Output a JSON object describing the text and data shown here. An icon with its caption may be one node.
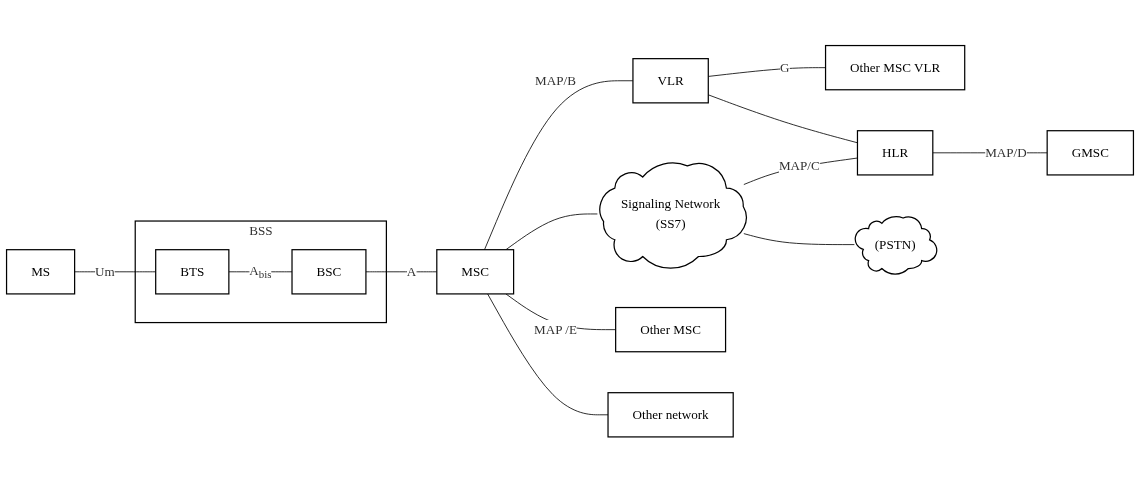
{
  "diagram": {
    "nodes": [
      {
        "text": [
          "MS"
        ]
      },
      {
        "text": [
          "BSS"
        ]
      },
      {
        "text": [
          "BTS"
        ],
        "in": 1
      },
      {
        "text": [
          "BSC"
        ],
        "in": 1
      },
      {
        "text": [
          "MSC"
        ]
      },
      {
        "text": [
          "VLR"
        ]
      },
      {
        "text": [
          "Other MSC VLR"
        ]
      },
      {
        "text": [
          "Signaling Network",
          "(SS7)"
        ]
      },
      {
        "text": [
          "HLR"
        ]
      },
      {
        "text": [
          "GMSC"
        ]
      },
      {
        "text": [
          "Other MSC"
        ]
      },
      {
        "text": [
          "Other network"
        ]
      },
      {
        "text": [
          "(PSTN)"
        ]
      }
    ],
    "edges": [
      {
        "from": 0,
        "to": 2,
        "arrow": "none",
        "label": "Um"
      },
      {
        "from": 2,
        "to": 3,
        "arrow": "none",
        "label": "A$_{bis}$"
      },
      {
        "from": 3,
        "to": 4,
        "arrow": "none",
        "label": "A"
      },
      {
        "from": 4,
        "to": 5,
        "arrow": "none",
        "label": "MAP/B"
      },
      {
        "from": 5,
        "to": 6,
        "arrow": "none",
        "label": "G"
      },
      {
        "from": 5,
        "to": 8,
        "arrow": "none"
      },
      {
        "from": 4,
        "to": 7,
        "arrow": "none"
      },
      {
        "from": 7,
        "to": 8,
        "arrow": "none",
        "label": "MAP/C"
      },
      {
        "from": 8,
        "to": 9,
        "arrow": "none",
        "label": "MAP/D"
      },
      {
        "from": 4,
        "to": 10,
        "arrow": "none",
        "label": "MAP /E"
      },
      {
        "from": 4,
        "to": 11,
        "arrow": "none"
      },
      {
        "from": 7,
        "to": 12,
        "arrow": "none"
      }
    ]
  }
}
